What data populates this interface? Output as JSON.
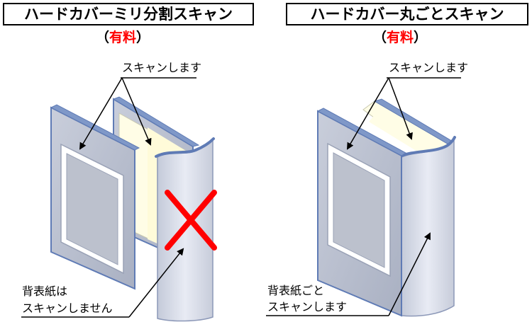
{
  "panels": {
    "left": {
      "title": "ハードカバーミリ分割スキャン",
      "fee_open": "（",
      "fee": "有料",
      "fee_close": "）",
      "callout_top": "スキャンします",
      "callout_bottom_line1": "背表紙は",
      "callout_bottom_line2": "スキャンしません"
    },
    "right": {
      "title": "ハードカバー丸ごとスキャン",
      "fee_open": "（",
      "fee": "有料",
      "fee_close": "）",
      "callout_top": "スキャンします",
      "callout_bottom_line1": "背表紙ごと",
      "callout_bottom_line2": "スキャンします"
    }
  },
  "colors": {
    "cover": "#b9bfcf",
    "cover_edge": "#5f7bb5",
    "spine": "#d9deeb",
    "pages": "#fffde6",
    "cross": "#ff0000",
    "paid": "#ff0000"
  }
}
